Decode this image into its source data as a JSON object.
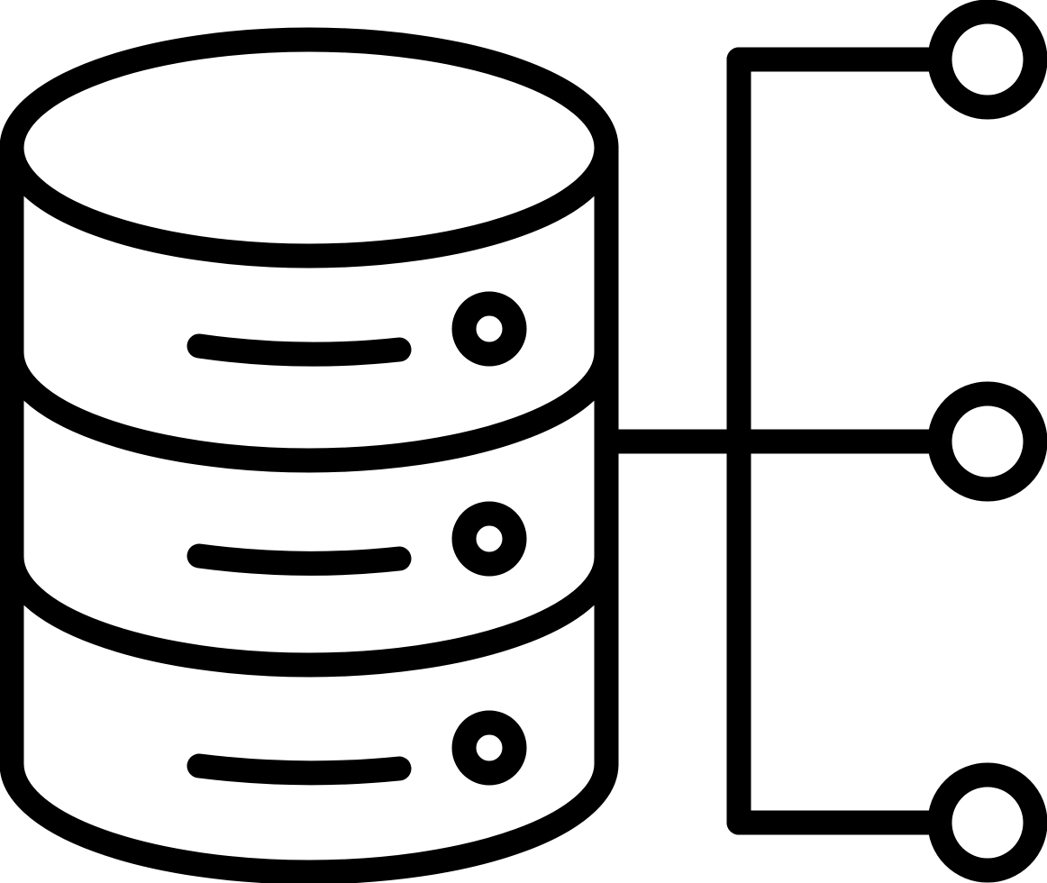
{
  "icon": {
    "name": "database-network-icon",
    "style": "outline",
    "stroke_color": "#000000",
    "background_color": "#ffffff",
    "parts": {
      "database": "database-cylinder-icon",
      "disk_count": 3,
      "network_nodes": 3
    }
  }
}
